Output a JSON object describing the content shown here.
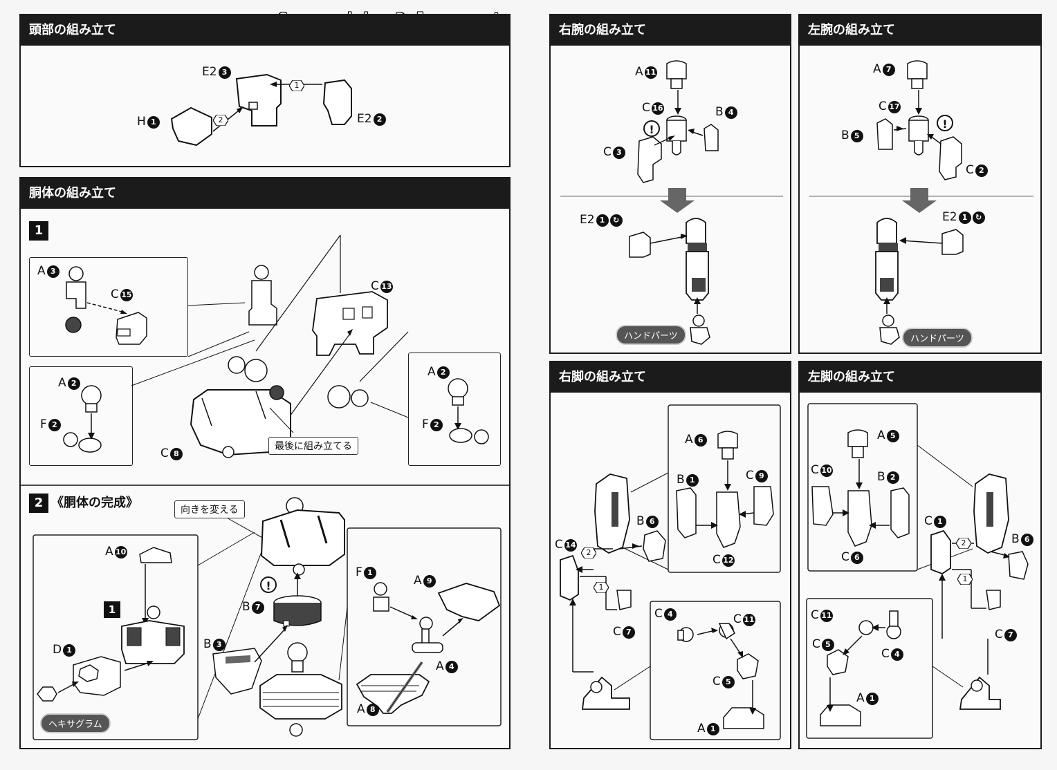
{
  "watermark": "Scanned by Dalong.net",
  "head": {
    "title": "頭部の組み立て",
    "labels": {
      "e2_3": "E2",
      "h_1": "H",
      "e2_2": "E2"
    },
    "nums": {
      "e2_3": "3",
      "h_1": "1",
      "e2_2": "2"
    },
    "steps": [
      "1",
      "2"
    ]
  },
  "torso": {
    "title": "胴体の組み立て",
    "step1": "1",
    "step2_num": "2",
    "step2_label": "《胴体の完成》",
    "labels": {
      "a3": "A",
      "c15": "C",
      "c13": "C",
      "a2_left": "A",
      "f2_left": "F",
      "c8": "C",
      "a2_right": "A",
      "f2_right": "F",
      "a10": "A",
      "d1": "D",
      "b7": "B",
      "b3": "B",
      "f1": "F",
      "a9": "A",
      "a4": "A",
      "a8": "A"
    },
    "nums": {
      "a3": "3",
      "c15": "15",
      "c13": "13",
      "a2_left": "2",
      "f2_left": "2",
      "c8": "8",
      "a2_right": "2",
      "f2_right": "2",
      "a10": "10",
      "d1": "1",
      "b7": "7",
      "b3": "3",
      "f1": "1",
      "a9": "9",
      "a4": "4",
      "a8": "8"
    },
    "callout_last": "最後に組み立てる",
    "callout_turn": "向きを変える",
    "hexagram_pill": "ヘキサグラム",
    "inner_step": "1",
    "warn": "!"
  },
  "right_arm": {
    "title": "右腕の組み立て",
    "labels": {
      "a11": "A",
      "c16": "C",
      "b4": "B",
      "c3": "C",
      "e2_1": "E2"
    },
    "nums": {
      "a11": "11",
      "c16": "16",
      "b4": "4",
      "c3": "3",
      "e2_1": "1"
    },
    "hand_pill": "ハンドパーツ"
  },
  "left_arm": {
    "title": "左腕の組み立て",
    "labels": {
      "a7": "A",
      "c17": "C",
      "b5": "B",
      "c2": "C",
      "e2_1": "E2"
    },
    "nums": {
      "a7": "7",
      "c17": "17",
      "b5": "5",
      "c2": "2",
      "e2_1": "1"
    },
    "hand_pill": "ハンドパーツ"
  },
  "right_leg": {
    "title": "右脚の組み立て",
    "labels": {
      "a6": "A",
      "b1": "B",
      "c9": "C",
      "c12": "C",
      "b6": "B",
      "c14": "C",
      "c7": "C",
      "c4": "C",
      "c11": "C",
      "c5": "C",
      "a1": "A"
    },
    "nums": {
      "a6": "6",
      "b1": "1",
      "c9": "9",
      "c12": "12",
      "b6": "6",
      "c14": "14",
      "c7": "7",
      "c4": "4",
      "c11": "11",
      "c5": "5",
      "a1": "1"
    },
    "steps": [
      "2",
      "1"
    ]
  },
  "left_leg": {
    "title": "左脚の組み立て",
    "labels": {
      "a5": "A",
      "c10": "C",
      "b2": "B",
      "c6": "C",
      "c1": "C",
      "b6": "B",
      "c7": "C",
      "c11": "C",
      "c5": "C",
      "c4": "C",
      "a1": "A"
    },
    "nums": {
      "a5": "5",
      "c10": "10",
      "b2": "2",
      "c6": "6",
      "c1": "1",
      "b6": "6",
      "c7": "7",
      "c11": "11",
      "c5": "5",
      "c4": "4",
      "a1": "1"
    },
    "steps": [
      "2",
      "1"
    ]
  }
}
